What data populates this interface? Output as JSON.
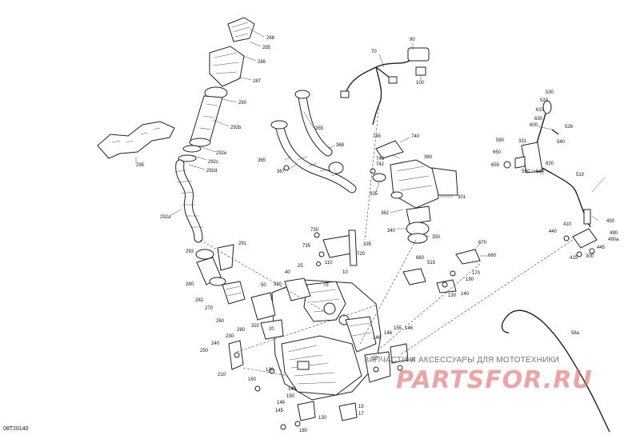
{
  "drawing_code": "08T20140",
  "watermark": {
    "line": "ЗАПЧАСТИ И АКСЕССУАРЫ ДЛЯ МОТОТЕХНИКИ",
    "logo": "PARTSFOR.RU"
  },
  "callouts": {
    "c268": "268",
    "c285": "285",
    "c286": "286",
    "c287": "287",
    "c290": "290",
    "c292b": "292b",
    "c292e": "292e",
    "c292c": "292c",
    "c292d": "292d",
    "c295": "295",
    "c292a": "292a",
    "c90": "90",
    "c70": "70",
    "c100": "100",
    "c355": "355",
    "c368": "368",
    "c365": "365",
    "c367": "367",
    "c745": "745",
    "c740": "740",
    "c743": "743",
    "c742": "742",
    "c360": "360",
    "c335a": "335",
    "c301": "301",
    "c362": "362",
    "c340": "340",
    "c350": "350",
    "c530": "530",
    "c520": "520",
    "c610": "610",
    "c630": "630",
    "c600": "600",
    "c526": "526",
    "c331": "331",
    "c540": "540",
    "c590": "590",
    "c650": "650",
    "c655": "655",
    "c560": "560",
    "c640": "640",
    "c620": "620",
    "c510": "510",
    "c410": "410",
    "c430": "430",
    "c440": "440",
    "c490": "490",
    "c490a": "490a",
    "c445": "445",
    "c415": "415",
    "c300": "300",
    "c730": "730",
    "c735": "735",
    "c335b": "335",
    "c720": "720",
    "c291": "291",
    "c293": "293",
    "c280": "280",
    "c282": "282",
    "c270": "270",
    "c260": "260",
    "c25": "25",
    "c110": "110",
    "c40": "40",
    "c10": "10",
    "c50": "50",
    "c330": "330",
    "c75": "75",
    "c320": "320",
    "c20": "20",
    "c670": "670",
    "c660": "660",
    "c680": "680",
    "c515": "515",
    "c170": "170",
    "c190": "190",
    "c140": "140",
    "c130a": "130",
    "c280b": "280",
    "c230": "230",
    "c240": "240",
    "c250": "250",
    "c210": "210",
    "c160": "160",
    "c130b": "130",
    "c140b": "140",
    "c150": "150",
    "c146": "146",
    "c145": "145",
    "c180": "180",
    "c130c": "130",
    "c155": "155",
    "c146b": "146",
    "c146c": "146",
    "c57": "57",
    "c17": "17",
    "c15": "15",
    "c145b": "145",
    "c56a": "56a"
  }
}
